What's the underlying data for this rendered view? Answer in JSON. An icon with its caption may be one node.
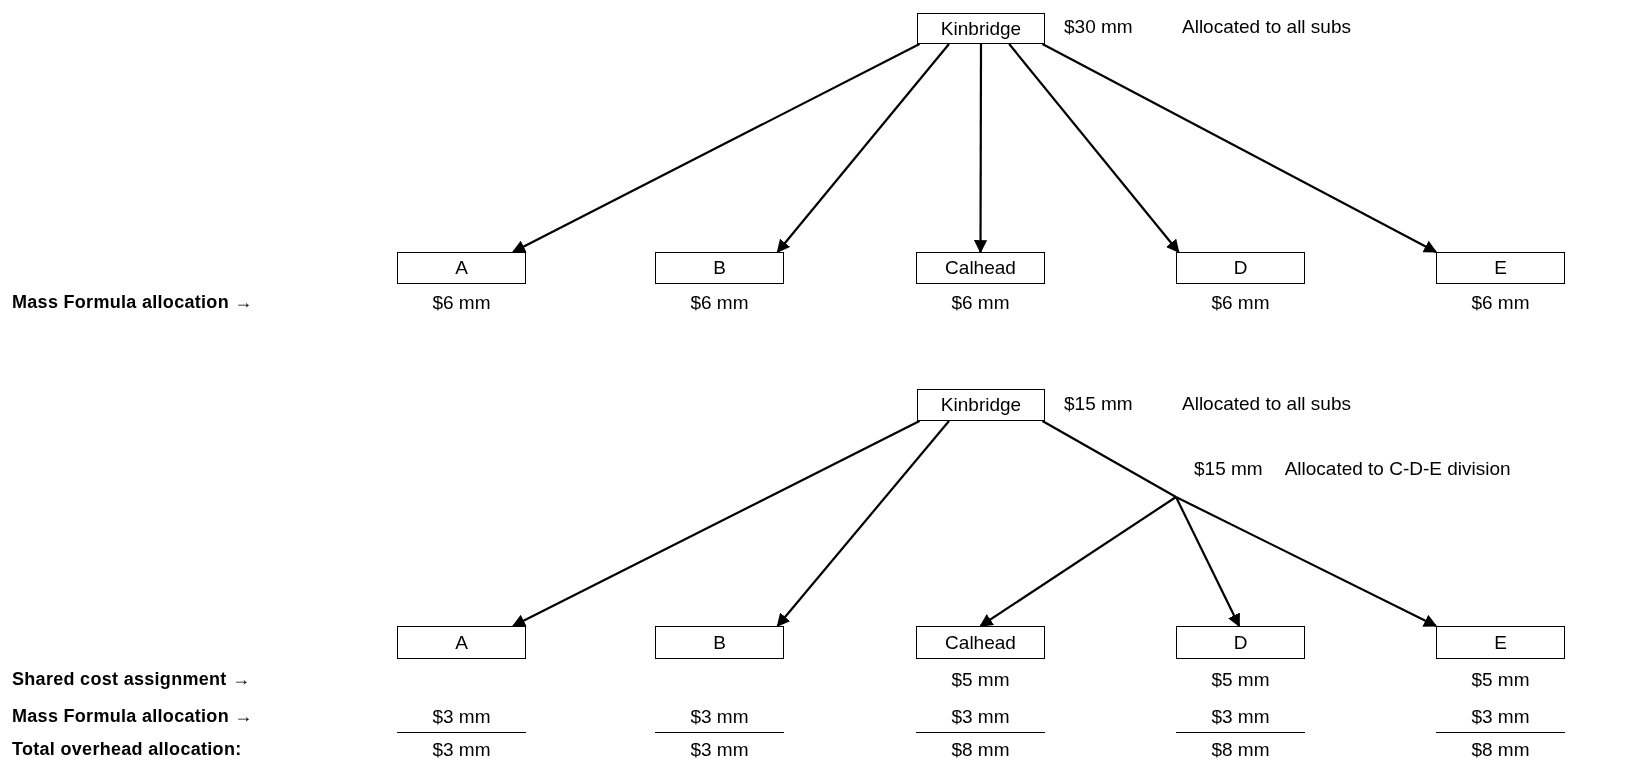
{
  "diagram": {
    "nodes": [
      {
        "text": [
          "Kinbridge"
        ],
        "beside": [
          "$30 mm",
          "Allocated to all subs"
        ]
      },
      {
        "text": [
          "A"
        ],
        "beside": [
          "$6 mm"
        ]
      },
      {
        "text": [
          "B"
        ],
        "beside": [
          "$6 mm"
        ]
      },
      {
        "text": [
          "Calhead"
        ],
        "beside": [
          "$6 mm"
        ]
      },
      {
        "text": [
          "D"
        ],
        "beside": [
          "$6 mm"
        ]
      },
      {
        "text": [
          "E"
        ],
        "beside": [
          "$6 mm"
        ]
      },
      {
        "text": [
          "Kinbridge"
        ],
        "beside": [
          "$15 mm",
          "Allocated to all subs"
        ]
      },
      {
        "text": [
          "$15 mm",
          "Allocated to C-D-E division"
        ]
      },
      {
        "text": [
          "A"
        ],
        "beside": [
          "$3 mm",
          "$3 mm"
        ]
      },
      {
        "text": [
          "B"
        ],
        "beside": [
          "$3 mm",
          "$3 mm"
        ]
      },
      {
        "text": [
          "Calhead"
        ],
        "beside": [
          "$5 mm",
          "$3 mm",
          "$8 mm"
        ]
      },
      {
        "text": [
          "D"
        ],
        "beside": [
          "$5 mm",
          "$3 mm",
          "$8 mm"
        ]
      },
      {
        "text": [
          "E"
        ],
        "beside": [
          "$5 mm",
          "$3 mm",
          "$8 mm"
        ]
      }
    ],
    "edges": [
      {
        "from": 0,
        "to": 1,
        "arrow": "to"
      },
      {
        "from": 0,
        "to": 2,
        "arrow": "to"
      },
      {
        "from": 0,
        "to": 3,
        "arrow": "to"
      },
      {
        "from": 0,
        "to": 4,
        "arrow": "to"
      },
      {
        "from": 0,
        "to": 5,
        "arrow": "to"
      },
      {
        "from": 6,
        "to": 8,
        "arrow": "to"
      },
      {
        "from": 6,
        "to": 9,
        "arrow": "to"
      },
      {
        "from": 6,
        "to": 7,
        "arrow": "none"
      },
      {
        "from": 7,
        "to": 10,
        "arrow": "to"
      },
      {
        "from": 7,
        "to": 11,
        "arrow": "to"
      },
      {
        "from": 7,
        "to": 12,
        "arrow": "to"
      }
    ],
    "labels": [
      "Mass Formula allocation →",
      "Shared cost assignment →",
      "Mass Formula allocation →",
      "Total overhead allocation:"
    ]
  }
}
